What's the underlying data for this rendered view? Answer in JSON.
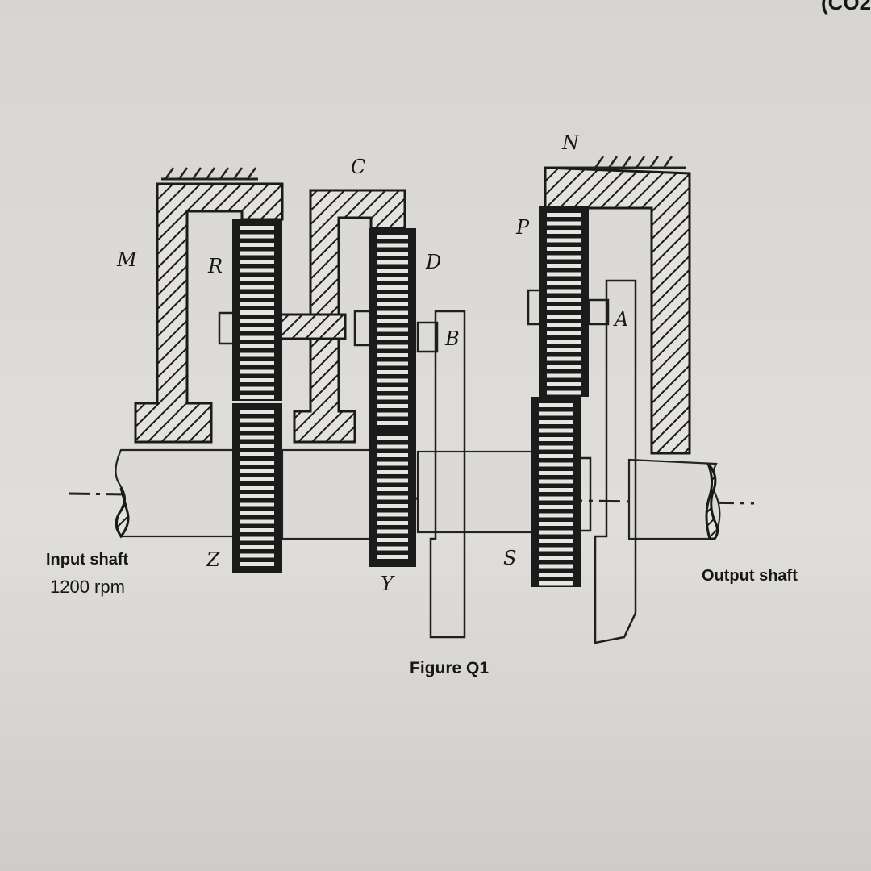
{
  "figure": {
    "caption": "Figure Q1",
    "input_label_line1": "Input shaft",
    "input_label_line2": "1200 rpm",
    "output_label": "Output shaft",
    "labels": {
      "M": "M",
      "R": "R",
      "C": "C",
      "D": "D",
      "N": "N",
      "P": "P",
      "A": "A",
      "B": "B",
      "Z": "Z",
      "Y": "Y",
      "S": "S"
    },
    "corner_text": "(CO2"
  },
  "colors": {
    "background": "#d4d2ce",
    "ink": "#161616",
    "gear_fill": "#1b1b1b"
  }
}
